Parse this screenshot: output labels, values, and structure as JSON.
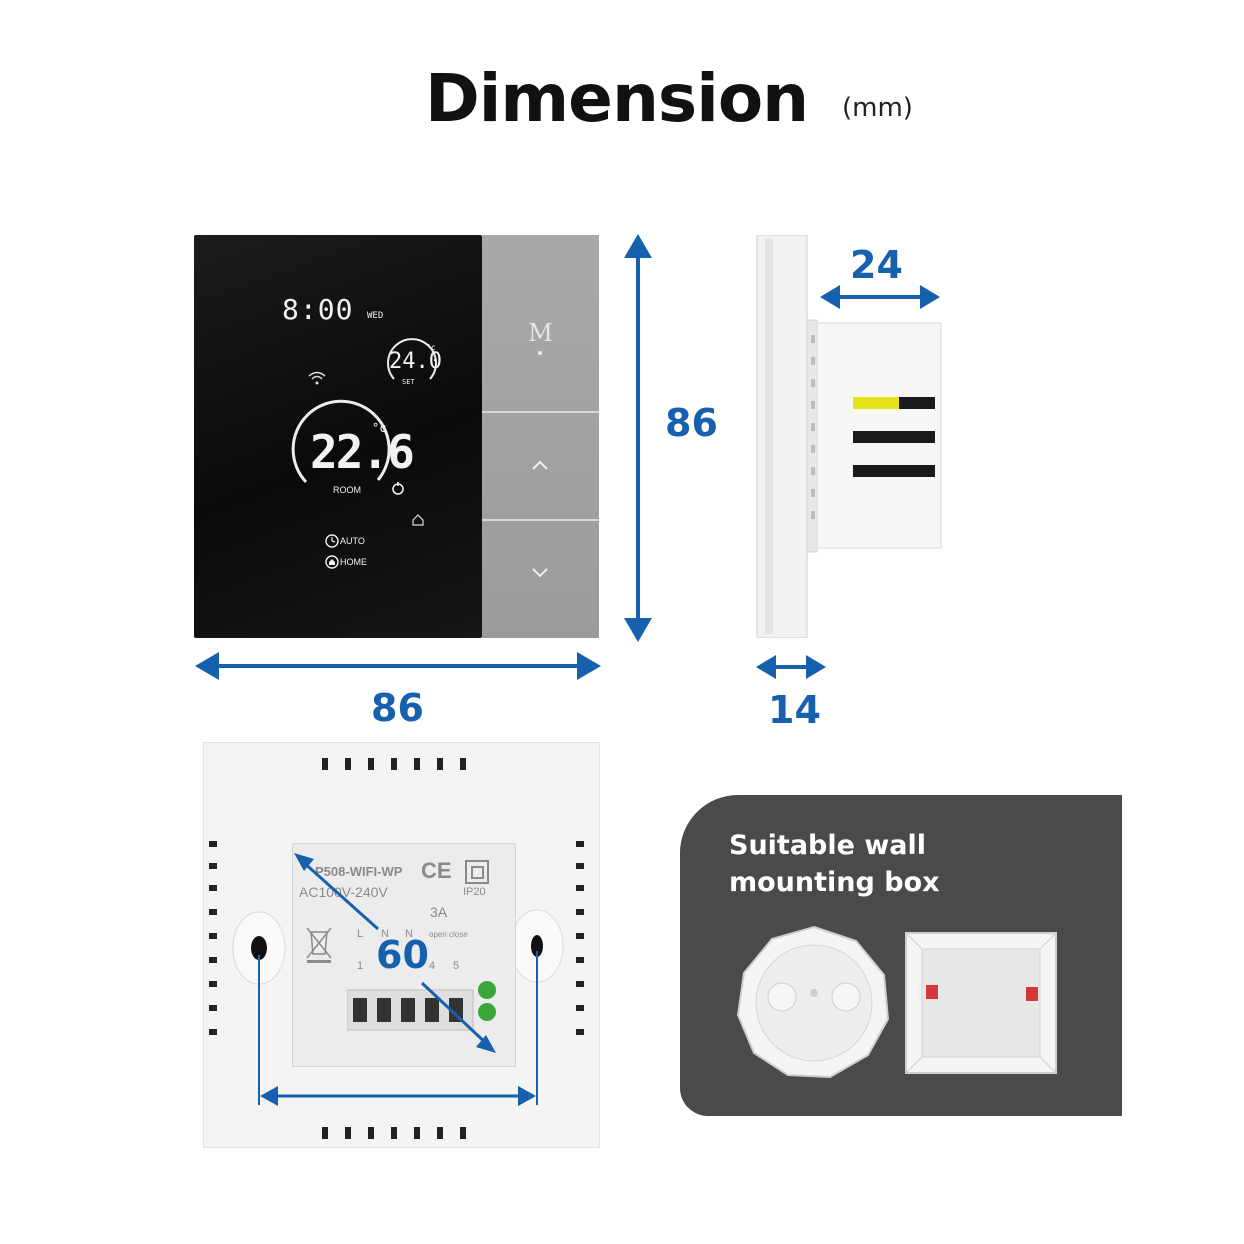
{
  "header": {
    "title": "Dimension",
    "unit": "(mm)"
  },
  "dimensions": {
    "front_width": "86",
    "front_height": "86",
    "depth_body": "24",
    "depth_plate": "14",
    "hole_spacing": "60"
  },
  "display": {
    "clock": "8:00",
    "day": "WED",
    "set_temp": "24.0",
    "set_unit": "°c",
    "set_label": "SET",
    "room_temp": "22.6",
    "room_unit": "°c",
    "room_label": "ROOM",
    "mode_auto": "AUTO",
    "mode_home": "HOME"
  },
  "keys": {
    "menu": "M",
    "up": "⌃",
    "down": "⌄"
  },
  "module_label": {
    "model": "P508-WIFI-WP",
    "voltage": "AC100V-240V",
    "rating": "IP20",
    "current": "3A",
    "terminals": [
      "L",
      "N",
      "N"
    ],
    "terminal_nums": [
      "1",
      "4",
      "5"
    ],
    "open_close": "open close"
  },
  "card": {
    "text": "Suitable wall mounting box"
  },
  "colors": {
    "accent": "#1660ad",
    "card_bg": "#4a4a4a",
    "panel_dark": "#111111",
    "panel_gray": "#a3a3a3"
  }
}
